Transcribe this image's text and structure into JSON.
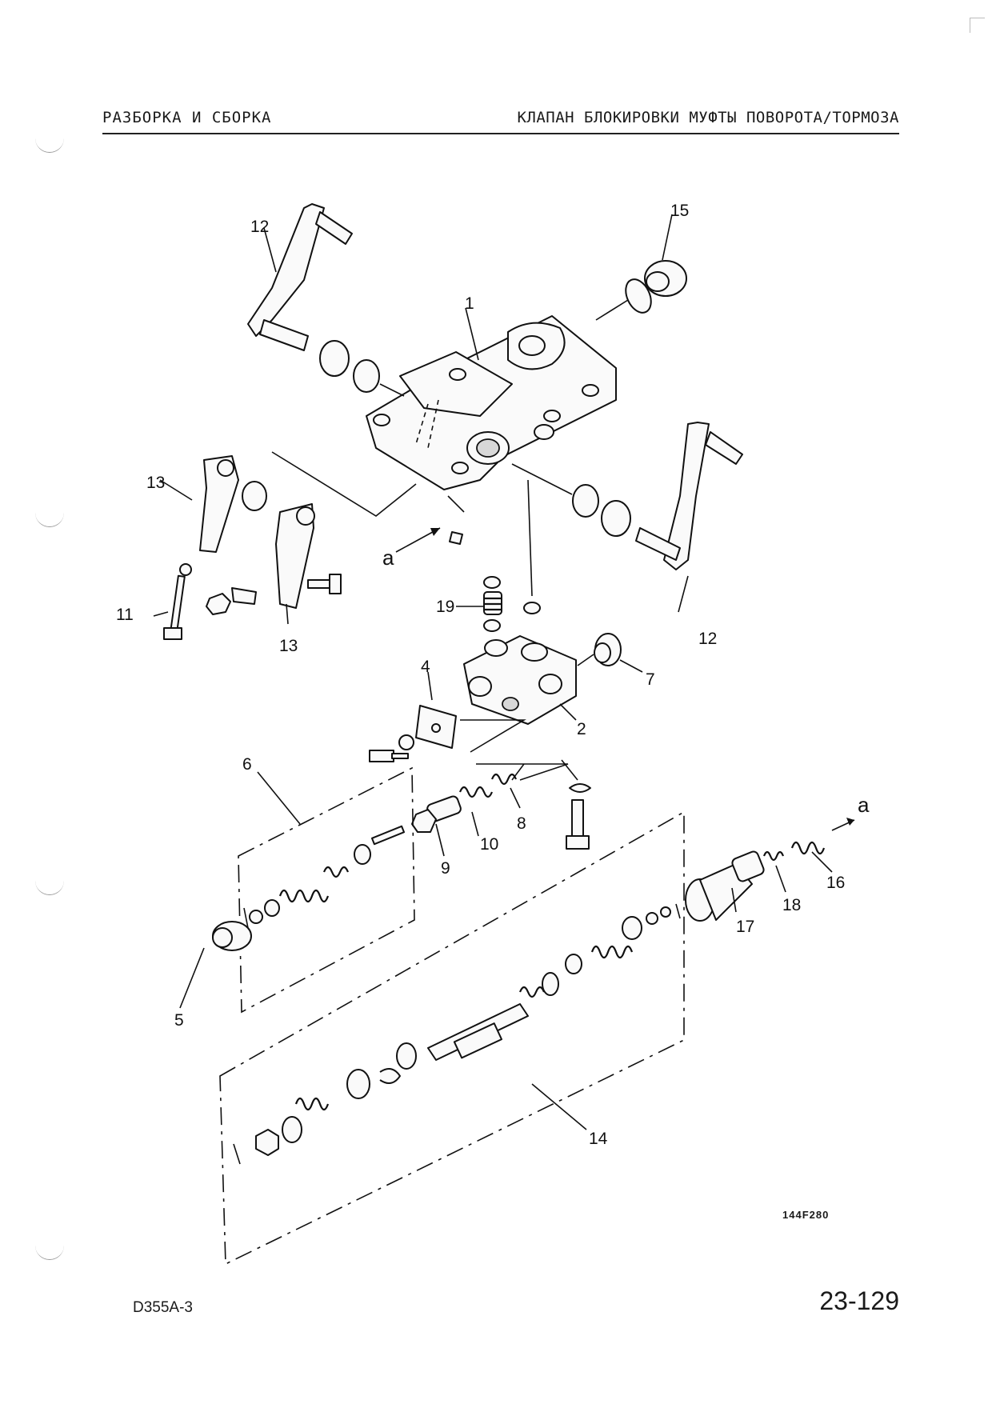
{
  "header": {
    "section": "РАЗБОРКА И СБОРКА",
    "title": "КЛАПАН БЛОКИРОВКИ МУФТЫ ПОВОРОТА/ТОРМОЗА"
  },
  "diagram": {
    "figure_code": "144F280",
    "callouts": {
      "p1": "1",
      "p2": "2",
      "p4": "4",
      "p5": "5",
      "p6": "6",
      "p7": "7",
      "p8": "8",
      "p9": "9",
      "p10": "10",
      "p11": "11",
      "p12a": "12",
      "p12b": "12",
      "p13a": "13",
      "p13b": "13",
      "p14": "14",
      "p15": "15",
      "p16": "16",
      "p17": "17",
      "p18": "18",
      "p19": "19",
      "a1": "a",
      "a2": "a"
    }
  },
  "footer": {
    "model": "D355A-3",
    "page_number": "23-129"
  }
}
